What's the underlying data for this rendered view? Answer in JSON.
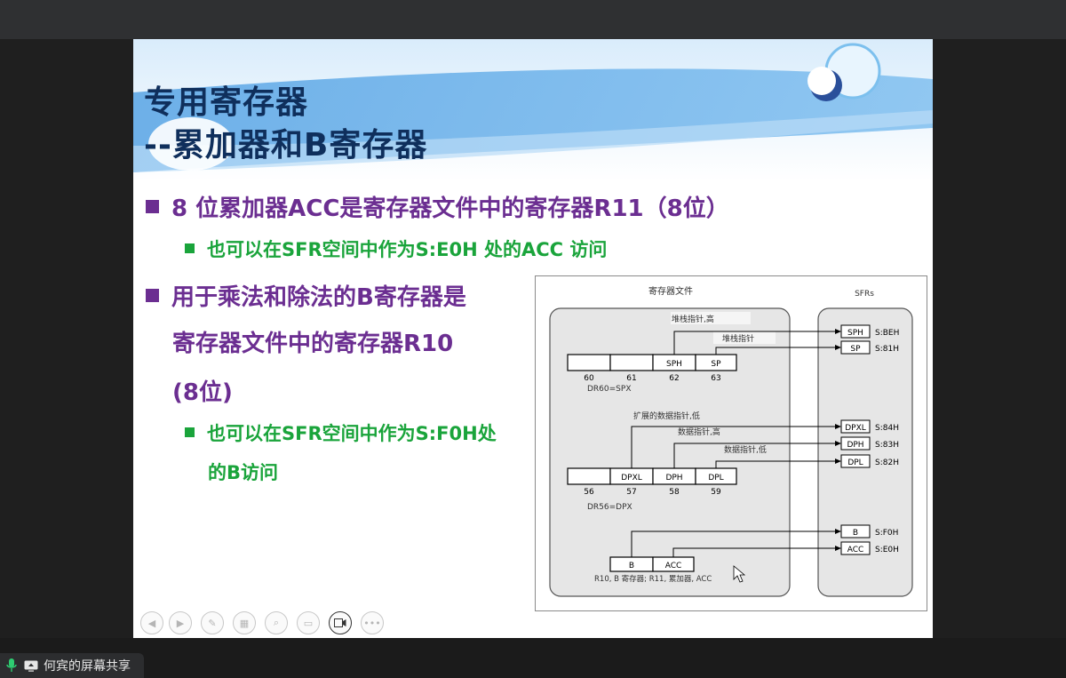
{
  "slide": {
    "title_line1": "专用寄存器",
    "title_line2": "--累加器和B寄存器",
    "bullets": [
      {
        "level": 1,
        "text": "8 位累加器ACC是寄存器文件中的寄存器R11（8位）"
      },
      {
        "level": 2,
        "text": "也可以在SFR空间中作为S:E0H 处的ACC 访问"
      },
      {
        "level": 1,
        "text_lines": [
          "用于乘法和除法的B寄存器是",
          "寄存器文件中的寄存器R10",
          "(8位)"
        ]
      },
      {
        "level": 2,
        "text_lines": [
          "也可以在SFR空间中作为S:F0H处",
          "的B访问"
        ]
      }
    ]
  },
  "diagram": {
    "file_label": "寄存器文件",
    "sfr_label": "SFRs",
    "labels": {
      "sp_high": "堆栈指针,高",
      "sp": "堆栈指针",
      "ext_dp_low": "扩展的数据指针,低",
      "dp_high": "数据指针,高",
      "dp_low": "数据指针,低",
      "dr60": "DR60=SPX",
      "dr56": "DR56=DPX",
      "r10r11": "R10, B 寄存器;   R11,  累加器,  ACC"
    },
    "row60": {
      "cells": [
        "",
        "",
        "SPH",
        "SP"
      ],
      "nums": [
        "60",
        "61",
        "62",
        "63"
      ]
    },
    "row56": {
      "cells": [
        "",
        "DPXL",
        "DPH",
        "DPL"
      ],
      "nums": [
        "56",
        "57",
        "58",
        "59"
      ]
    },
    "rowB": {
      "cells": [
        "B",
        "ACC"
      ]
    },
    "sfrs": [
      {
        "name": "SPH",
        "addr": "S:BEH"
      },
      {
        "name": "SP",
        "addr": "S:81H"
      },
      {
        "name": "DPXL",
        "addr": "S:84H"
      },
      {
        "name": "DPH",
        "addr": "S:83H"
      },
      {
        "name": "DPL",
        "addr": "S:82H"
      },
      {
        "name": "B",
        "addr": "S:F0H"
      },
      {
        "name": "ACC",
        "addr": "S:E0H"
      }
    ]
  },
  "screen_share": {
    "label": "何宾的屏幕共享"
  }
}
